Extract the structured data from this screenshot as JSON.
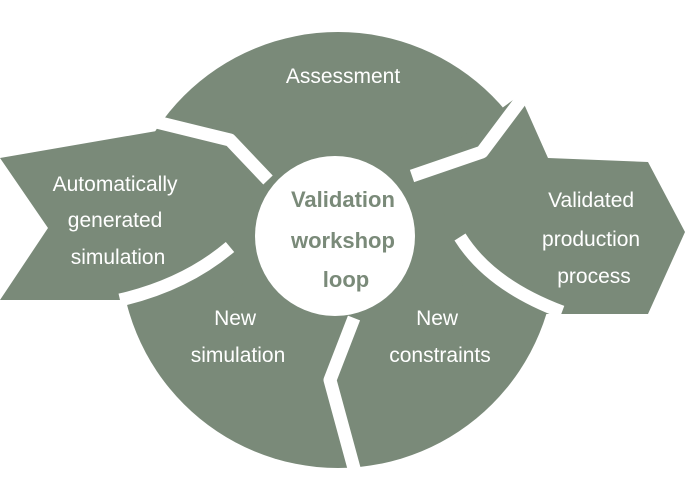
{
  "diagram": {
    "center_label": [
      "Validation",
      "workshop",
      "loop"
    ],
    "segments": {
      "assessment": [
        "Assessment"
      ],
      "input": [
        "Automatically",
        "generated",
        "simulation"
      ],
      "new_simulation": [
        "New",
        "simulation"
      ],
      "new_constraints": [
        "New",
        "constraints"
      ],
      "output": [
        "Validated",
        "production",
        "process"
      ]
    },
    "colors": {
      "segment_fill": "#7a8a79",
      "separator": "#ffffff",
      "segment_text": "#ffffff",
      "hub_fill": "#ffffff",
      "hub_text": "#7a8a79"
    }
  }
}
